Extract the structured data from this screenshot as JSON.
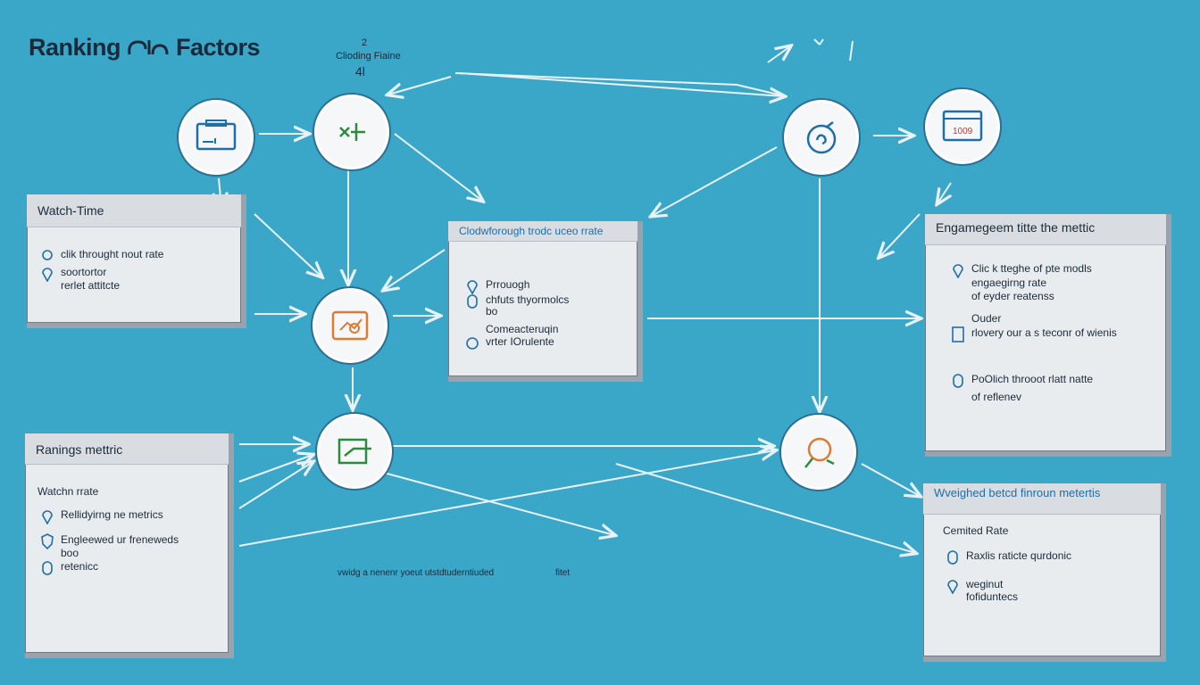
{
  "title": {
    "left": "Ranking",
    "right": "Factors"
  },
  "top_label": {
    "line1": "2",
    "line2": "Clioding Fiaine",
    "line3": "4l"
  },
  "cards": {
    "watch": {
      "header": "Watch-Time",
      "items": [
        "clik throught nout rate",
        "soortortor",
        "rerlet attitcte"
      ]
    },
    "click": {
      "header": "Clodwforough trodc uceo rrate",
      "items": [
        "Prrouogh",
        "chfuts thyormolcs",
        "bo",
        "Comeacteruqin",
        "vrter IOrulente"
      ]
    },
    "engage": {
      "header": "Engamegeem titte the mettic",
      "items": [
        "Clic k tteghe of pte modls",
        "engaegirng rate",
        "of eyder reatenss",
        "Ouder",
        "rlovery our a s teconr of wienis",
        "PoOlich throoot rlatt natte",
        "of reflenev"
      ]
    },
    "ranking": {
      "header": "Ranings mettric",
      "items": [
        "Watchn rrate",
        "Rellidyirng ne metrics",
        "Engleewed ur freneweds",
        "boo",
        "retenicc"
      ]
    },
    "weighted": {
      "header": "Wveighed betcd finroun metertis",
      "items": [
        "Cemited Rate",
        "Raxlis raticte qurdonic",
        "weginut",
        "fofiduntecs"
      ]
    }
  },
  "screen_value": "1009",
  "footer_note": {
    "main": "vwidg a nenenr yoeut utstdtuderntiuded",
    "right": "fitet"
  }
}
